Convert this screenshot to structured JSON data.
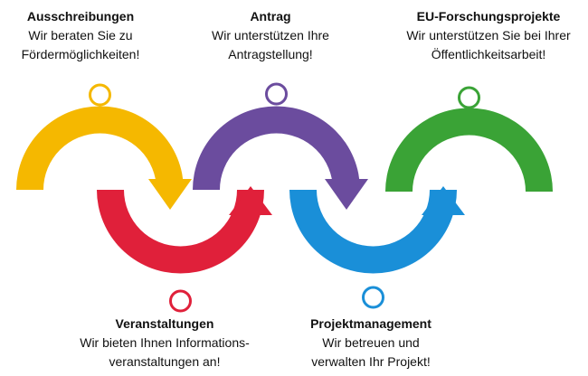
{
  "colors": {
    "ausschreibungen": "#f5b800",
    "veranstaltungen": "#e0203a",
    "antrag": "#6b4c9e",
    "projektmanagement": "#1a8fd8",
    "eu_forschungsprojekte": "#3aa336"
  },
  "icons": {
    "arc_arrowhead": "arrowhead-icon",
    "node": "node-circle-icon"
  },
  "steps": {
    "ausschreibungen": {
      "title": "Ausschreibungen",
      "lines": [
        "Wir beraten Sie zu",
        "Fördermöglichkeiten!"
      ]
    },
    "antrag": {
      "title": "Antrag",
      "lines": [
        "Wir unterstützen Ihre",
        "Antragstellung!"
      ]
    },
    "eu_forschungsprojekte": {
      "title": "EU-Forschungsprojekte",
      "lines": [
        "Wir unterstützen Sie bei Ihrer",
        "Öffentlichkeitsarbeit!"
      ]
    },
    "veranstaltungen": {
      "title": "Veranstaltungen",
      "lines": [
        "Wir bieten Ihnen Informations-",
        "veranstaltungen an!"
      ]
    },
    "projektmanagement": {
      "title": "Projektmanagement",
      "lines": [
        "Wir betreuen und",
        "verwalten Ihr Projekt!"
      ]
    }
  }
}
